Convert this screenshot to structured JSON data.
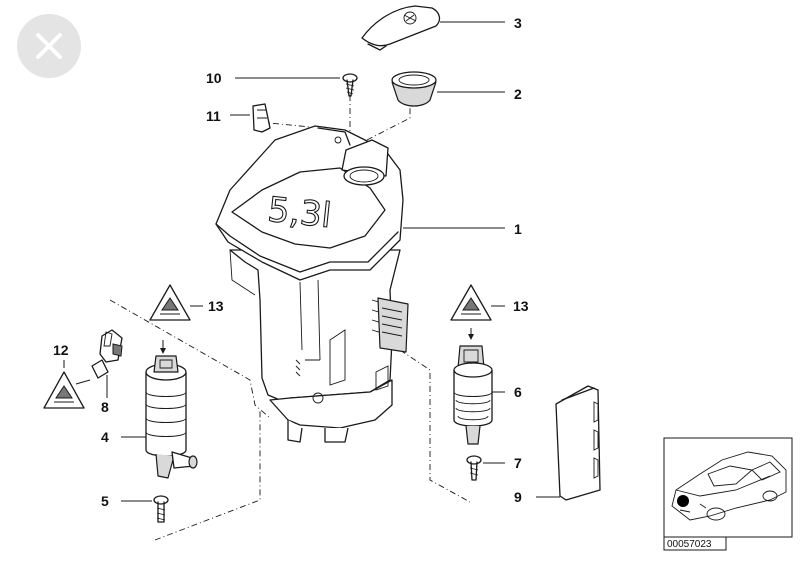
{
  "close_button": {
    "icon": "close-icon",
    "background": "#e4e4e4"
  },
  "tank_marking": "5,3l",
  "callouts": {
    "n1": "1",
    "n2": "2",
    "n3": "3",
    "n4": "4",
    "n5": "5",
    "n6": "6",
    "n7": "7",
    "n8": "8",
    "n9": "9",
    "n10": "10",
    "n11": "11",
    "n12": "12",
    "n13a": "13",
    "n13b": "13"
  },
  "diagram_ref": "00057023"
}
